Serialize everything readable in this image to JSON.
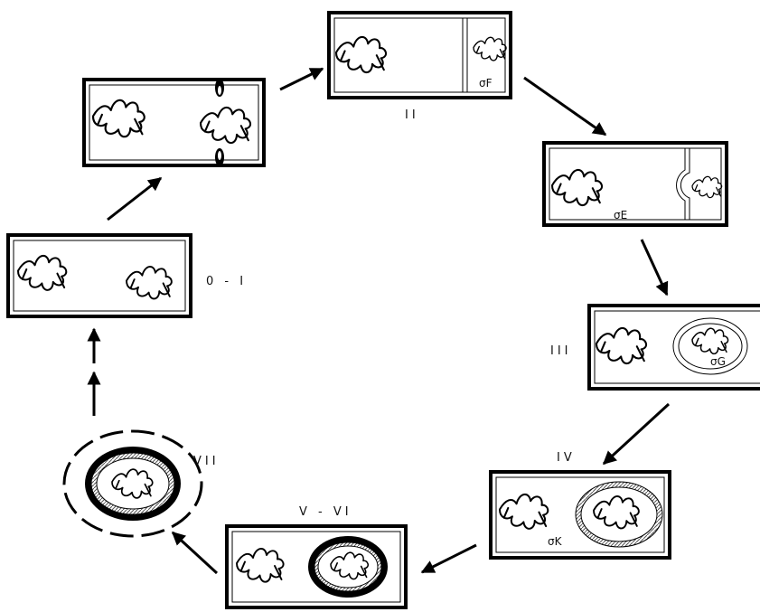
{
  "stages": {
    "s01": {
      "label": "0 - I"
    },
    "s2": {
      "label": "II",
      "sigma": "σF"
    },
    "s3": {
      "label": "",
      "sigma": "σE"
    },
    "s4": {
      "label": "III",
      "sigma": "σG"
    },
    "s5": {
      "label": "IV",
      "sigma": "σK"
    },
    "s6": {
      "label": "V - VI"
    },
    "s7": {
      "label": "VII"
    }
  },
  "colors": {
    "ink": "#000000",
    "background": "#ffffff",
    "coat_hatch": "#7a7a7a"
  }
}
